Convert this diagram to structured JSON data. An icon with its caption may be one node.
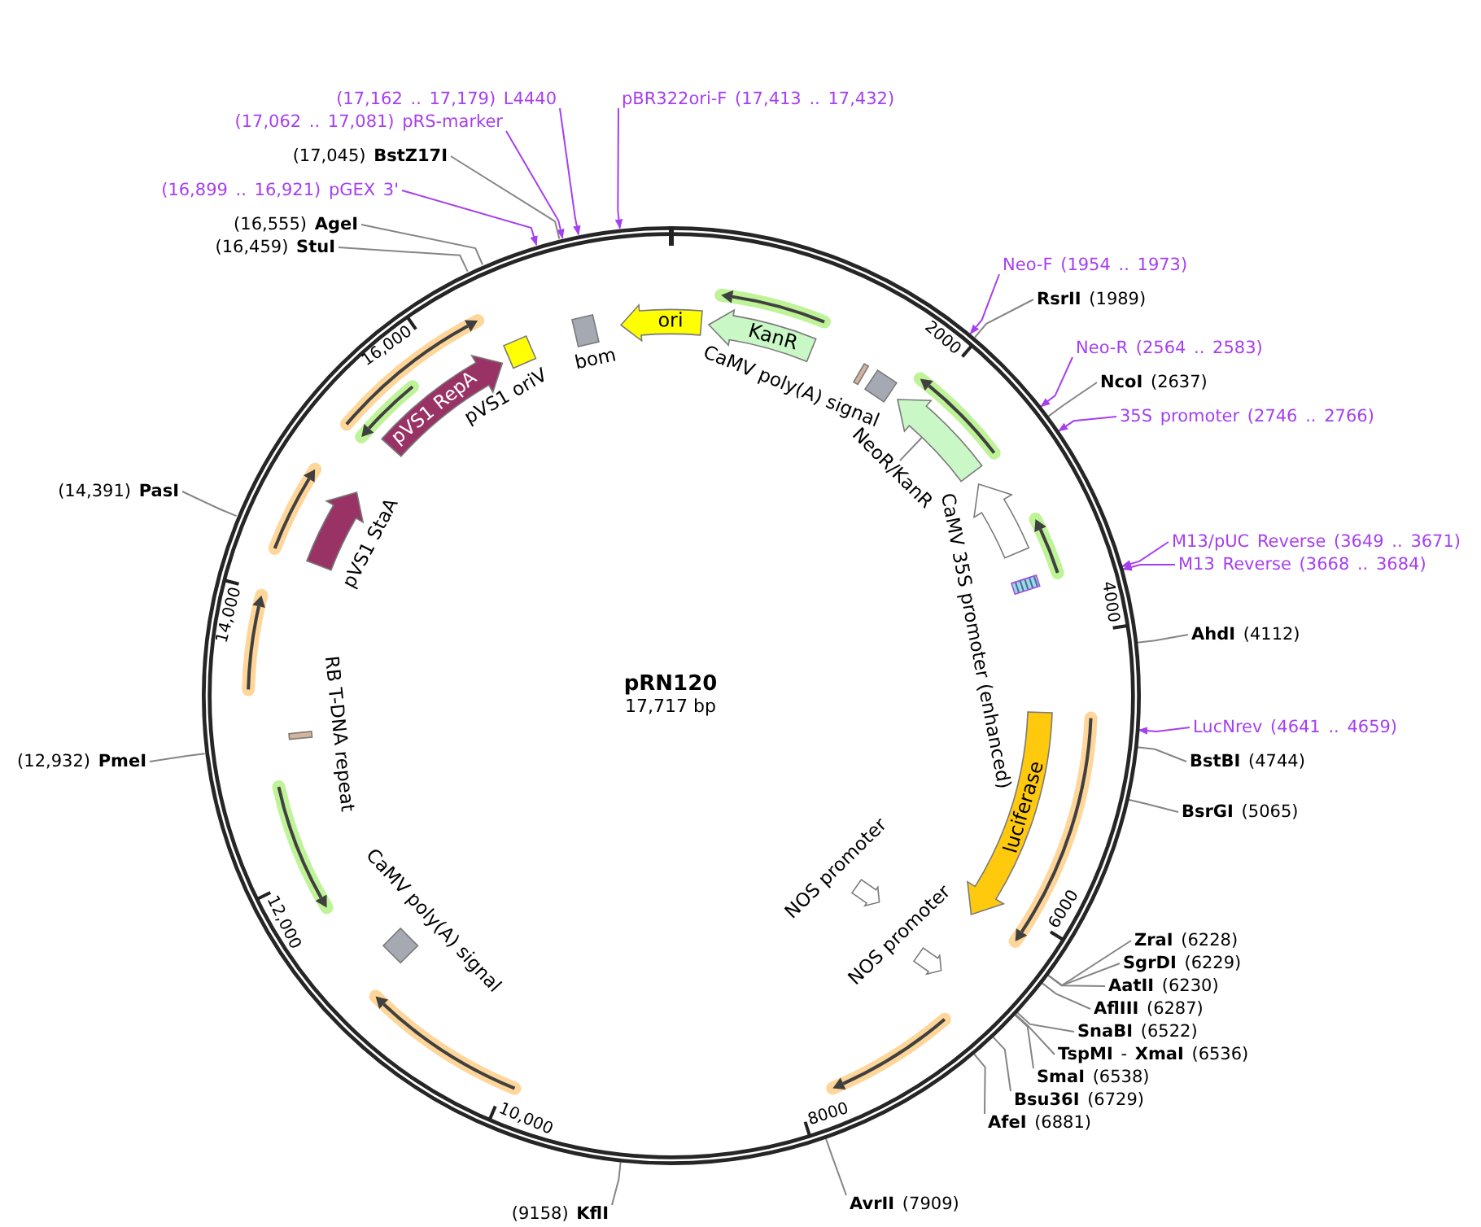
{
  "diagram": {
    "nodes": [
      {
        "text": [
          "pRN120",
          "17,717 bp"
        ]
      },
      {
        "text": [
          "ori"
        ],
        "in": 0
      },
      {
        "text": [
          "KanR"
        ],
        "in": 0
      },
      {
        "text": [],
        "shape": "bar",
        "in": 0
      },
      {
        "text": [],
        "shape": "box",
        "in": 0,
        "beside": [
          "CaMV poly(A) signal"
        ]
      },
      {
        "text": [],
        "shape": "arrow",
        "in": 0
      },
      {
        "text": [
          "NeoR/KanR"
        ],
        "in": 0
      },
      {
        "text": [],
        "shape": "arrow",
        "in": 0,
        "beside": [
          "CaMV 35S promoter (enhanced)"
        ]
      },
      {
        "text": [],
        "shape": "box",
        "in": 0
      },
      {
        "text": [
          "luciferase"
        ],
        "in": 0
      },
      {
        "text": [],
        "shape": "arrow",
        "in": 0,
        "beside": [
          "NOS promoter"
        ]
      },
      {
        "text": [],
        "shape": "arrow",
        "in": 0,
        "beside": [
          "NOS promoter"
        ]
      },
      {
        "text": [],
        "shape": "diamond",
        "in": 0,
        "beside": [
          "CaMV poly(A) signal"
        ]
      },
      {
        "text": [],
        "shape": "bar",
        "in": 0,
        "beside": [
          "RB T-DNA repeat"
        ]
      },
      {
        "text": [],
        "shape": "arrow",
        "in": 0,
        "beside": [
          "pVS1 StaA"
        ]
      },
      {
        "text": [
          "pVS1 RepA"
        ],
        "in": 0
      },
      {
        "text": [],
        "shape": "box",
        "in": 0,
        "beside": [
          "pVS1 oriV"
        ]
      },
      {
        "text": [],
        "shape": "box",
        "in": 0,
        "beside": [
          "bom"
        ]
      },
      {
        "text": [
          "(17,162 .. 17,179) L4440"
        ]
      },
      {
        "text": [
          "pBR322ori-F (17,413 .. 17,432)"
        ]
      },
      {
        "text": [
          "(17,062 .. 17,081) pRS-marker"
        ]
      },
      {
        "text": [
          "(17,045) **BstZ17I**"
        ]
      },
      {
        "text": [
          "(16,899 .. 16,921) pGEX 3'"
        ]
      },
      {
        "text": [
          "(16,555) **AgeI**"
        ]
      },
      {
        "text": [
          "(16,459) **StuI**"
        ]
      },
      {
        "text": [
          "Neo-F (1954 .. 1973)"
        ]
      },
      {
        "text": [
          "**RsrII** (1989)"
        ]
      },
      {
        "text": [
          "Neo-R (2564 .. 2583)"
        ]
      },
      {
        "text": [
          "**NcoI** (2637)"
        ]
      },
      {
        "text": [
          "35S promoter (2746 .. 2766)"
        ]
      },
      {
        "text": [
          "(14,391) **PasI**"
        ]
      },
      {
        "text": [
          "M13/pUC Reverse (3649 .. 3671)"
        ]
      },
      {
        "text": [
          "M13 Reverse (3668 .. 3684)"
        ]
      },
      {
        "text": [
          "**AhdI** (4112)"
        ]
      },
      {
        "text": [
          "LucNrev (4641 .. 4659)"
        ]
      },
      {
        "text": [
          "(12,932) **PmeI**"
        ]
      },
      {
        "text": [
          "**BstBI** (4744)"
        ]
      },
      {
        "text": [
          "**BsrGI** (5065)"
        ]
      },
      {
        "text": [
          "**ZraI** (6228)"
        ]
      },
      {
        "text": [
          "**SgrDI** (6229)"
        ]
      },
      {
        "text": [
          "**AatII** (6230)"
        ]
      },
      {
        "text": [
          "**AflIII** (6287)"
        ]
      },
      {
        "text": [
          "**SnaBI** (6522)"
        ]
      },
      {
        "text": [
          "**TspMI** - **XmaI** (6536)"
        ]
      },
      {
        "text": [
          "**SmaI** (6538)"
        ]
      },
      {
        "text": [
          "**Bsu36I** (6729)"
        ]
      },
      {
        "text": [
          "**AfeI** (6881)"
        ]
      },
      {
        "text": [
          "**AvrII** (7909)"
        ]
      },
      {
        "text": [
          "(9158) **KflI**"
        ]
      }
    ],
    "edges": [
      {
        "from": 18,
        "to": 0,
        "arrow": "to",
        "color": "#a63ff0"
      },
      {
        "from": 19,
        "to": 0,
        "arrow": "to",
        "color": "#a63ff0"
      },
      {
        "from": 20,
        "to": 0,
        "arrow": "to",
        "color": "#a63ff0"
      },
      {
        "from": 21,
        "to": 0,
        "arrow": "none"
      },
      {
        "from": 22,
        "to": 0,
        "arrow": "to",
        "color": "#a63ff0"
      },
      {
        "from": 23,
        "to": 0,
        "arrow": "none"
      },
      {
        "from": 24,
        "to": 0,
        "arrow": "none"
      },
      {
        "from": 25,
        "to": 0,
        "arrow": "to",
        "color": "#a63ff0"
      },
      {
        "from": 26,
        "to": 0,
        "arrow": "none"
      },
      {
        "from": 27,
        "to": 0,
        "arrow": "to",
        "color": "#a63ff0"
      },
      {
        "from": 28,
        "to": 0,
        "arrow": "none"
      },
      {
        "from": 29,
        "to": 0,
        "arrow": "to",
        "color": "#a63ff0"
      },
      {
        "from": 30,
        "to": 0,
        "arrow": "none"
      },
      {
        "from": 31,
        "to": 0,
        "arrow": "to",
        "color": "#a63ff0"
      },
      {
        "from": 32,
        "to": 0,
        "arrow": "to",
        "color": "#a63ff0"
      },
      {
        "from": 33,
        "to": 0,
        "arrow": "none"
      },
      {
        "from": 34,
        "to": 0,
        "arrow": "to",
        "color": "#a63ff0"
      },
      {
        "from": 35,
        "to": 0,
        "arrow": "none"
      },
      {
        "from": 36,
        "to": 0,
        "arrow": "none"
      },
      {
        "from": 37,
        "to": 0,
        "arrow": "none"
      },
      {
        "from": 38,
        "to": 0,
        "arrow": "none"
      },
      {
        "from": 39,
        "to": 0,
        "arrow": "none"
      },
      {
        "from": 40,
        "to": 0,
        "arrow": "none"
      },
      {
        "from": 41,
        "to": 0,
        "arrow": "none"
      },
      {
        "from": 42,
        "to": 0,
        "arrow": "none"
      },
      {
        "from": 43,
        "to": 0,
        "arrow": "none"
      },
      {
        "from": 44,
        "to": 0,
        "arrow": "none"
      },
      {
        "from": 45,
        "to": 0,
        "arrow": "none"
      },
      {
        "from": 46,
        "to": 0,
        "arrow": "none"
      },
      {
        "from": 47,
        "to": 0,
        "arrow": "none"
      },
      {
        "from": 48,
        "to": 0,
        "arrow": "none"
      },
      {
        "from": 6,
        "to": 5,
        "arrow": "none"
      }
    ],
    "labels": [
      "2000",
      "4000",
      "6000",
      "8000",
      "10,000",
      "12,000",
      "14,000",
      "16,000"
    ]
  }
}
